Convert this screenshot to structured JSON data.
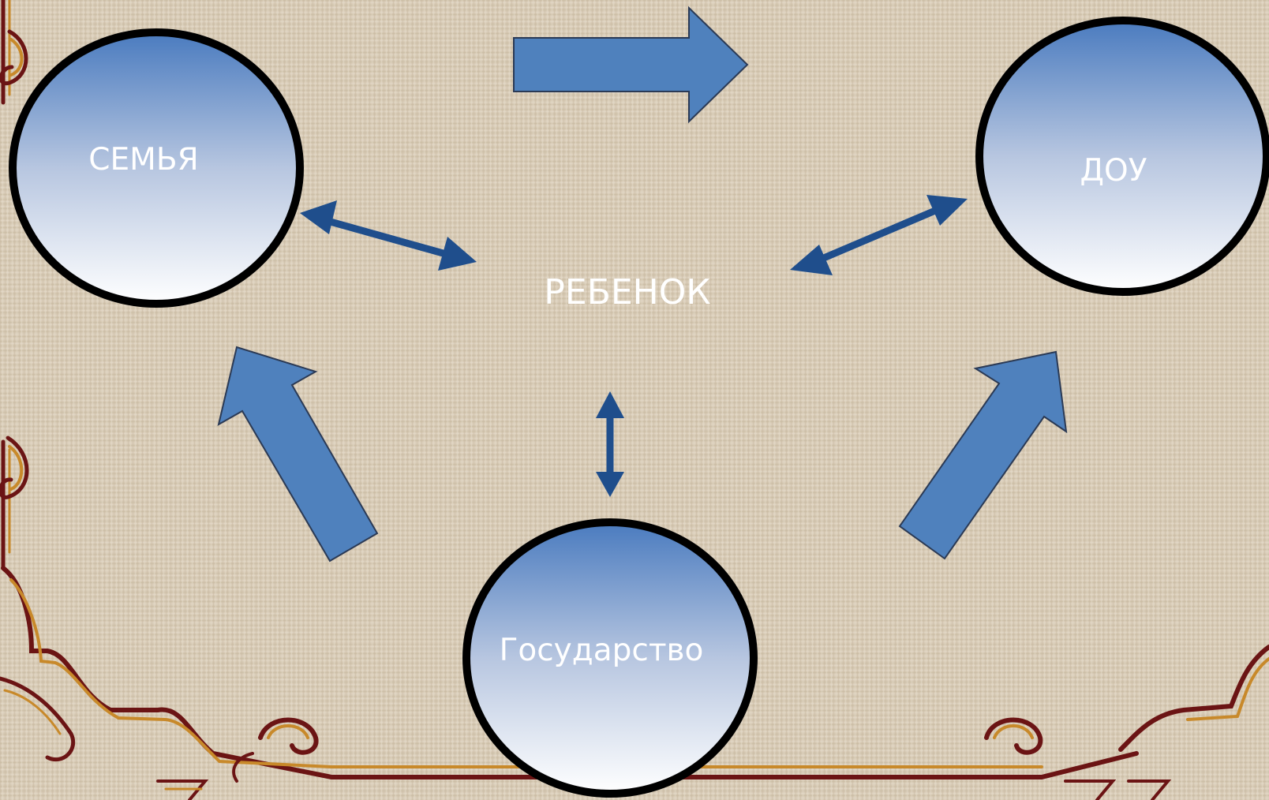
{
  "nodes": {
    "family": "СЕМЬЯ",
    "dou": "ДОУ",
    "child": "РЕБЕНОК",
    "state": "Государство"
  },
  "colors": {
    "background": "#d6c9b4",
    "arrow_fill": "#4f81bd",
    "double_arrow": "#1f4e8c",
    "circle_top": "#4a7bbf",
    "circle_bottom": "#ffffff",
    "circle_outline": "#000000",
    "frame_dark": "#6b1414",
    "frame_gold": "#c8892a"
  },
  "icons": {
    "decor": "ornamental-frame"
  }
}
